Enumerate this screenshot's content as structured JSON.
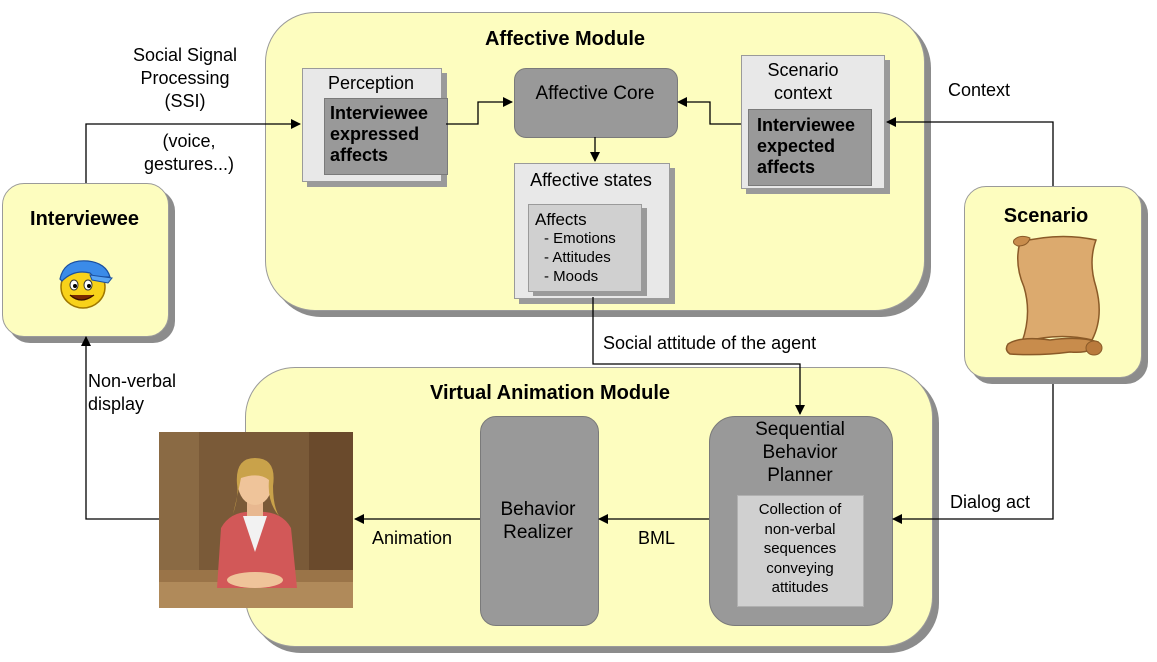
{
  "affective_module": {
    "title": "Affective Module",
    "perception": {
      "label": "Perception",
      "inner": "Interviewee expressed affects"
    },
    "core": "Affective Core",
    "states": {
      "label": "Affective states",
      "affects": "Affects",
      "items": [
        "- Emotions",
        "- Attitudes",
        "- Moods"
      ]
    },
    "scenario_context": {
      "label": "Scenario context",
      "inner": "Interviewee expected affects"
    }
  },
  "animation_module": {
    "title": "Virtual Animation Module",
    "realizer": "Behavior Realizer",
    "planner": {
      "label": "Sequential Behavior Planner",
      "inner": "Collection of non-verbal sequences conveying attitudes"
    }
  },
  "interviewee": {
    "title": "Interviewee"
  },
  "scenario": {
    "title": "Scenario"
  },
  "edges": {
    "ssi": "Social Signal Processing (SSI)",
    "voice": "(voice, gestures...)",
    "context": "Context",
    "social_attitude": "Social attitude of the agent",
    "non_verbal": "Non-verbal display",
    "animation": "Animation",
    "bml": "BML",
    "dialog_act": "Dialog act"
  }
}
